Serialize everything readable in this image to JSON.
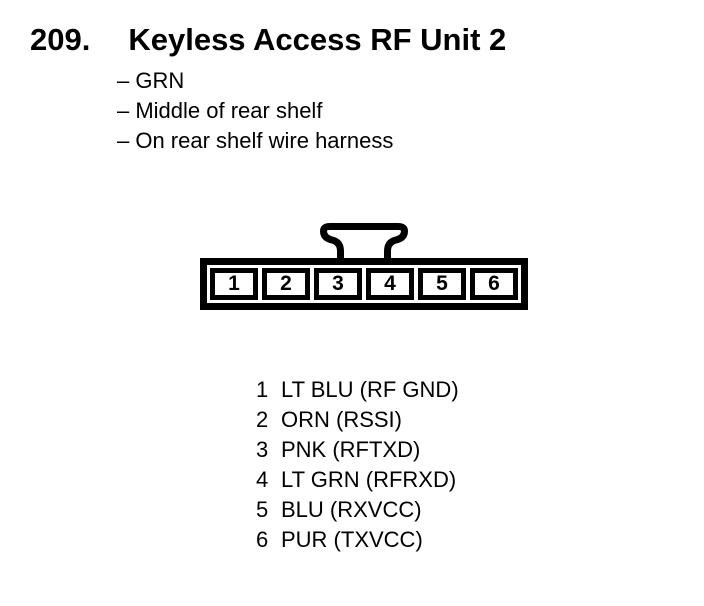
{
  "header": {
    "number": "209.",
    "title": "Keyless Access RF Unit 2"
  },
  "notes": [
    "– GRN",
    "– Middle of rear shelf",
    "– On rear shelf wire harness"
  ],
  "connector": {
    "pins": [
      "1",
      "2",
      "3",
      "4",
      "5",
      "6"
    ]
  },
  "pin_list": [
    {
      "pin": "1",
      "desc": "LT BLU (RF GND)"
    },
    {
      "pin": "2",
      "desc": "ORN (RSSI)"
    },
    {
      "pin": "3",
      "desc": "PNK (RFTXD)"
    },
    {
      "pin": "4",
      "desc": "LT GRN (RFRXD)"
    },
    {
      "pin": "5",
      "desc": "BLU (RXVCC)"
    },
    {
      "pin": "6",
      "desc": "PUR (TXVCC)"
    }
  ],
  "colors": {
    "ink": "#000000",
    "background": "#ffffff"
  }
}
